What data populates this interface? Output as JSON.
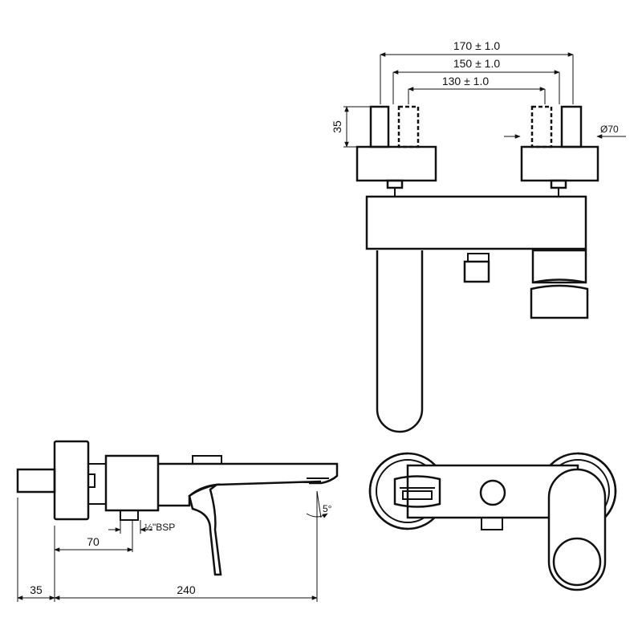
{
  "dimensions": {
    "top_width_outer": "170 ± 1.0",
    "top_width_middle": "150 ± 1.0",
    "top_width_inner": "130 ± 1.0",
    "stub_length": "35",
    "rosette_diameter": "Ø70",
    "side_offset": "70",
    "side_wall_depth": "35",
    "spout_length": "240",
    "spout_angle": "5°",
    "outlet_thread_prefix": "½\"",
    "outlet_thread_suffix": "BSP"
  },
  "colors": {
    "line": "#111111",
    "background": "#ffffff"
  }
}
